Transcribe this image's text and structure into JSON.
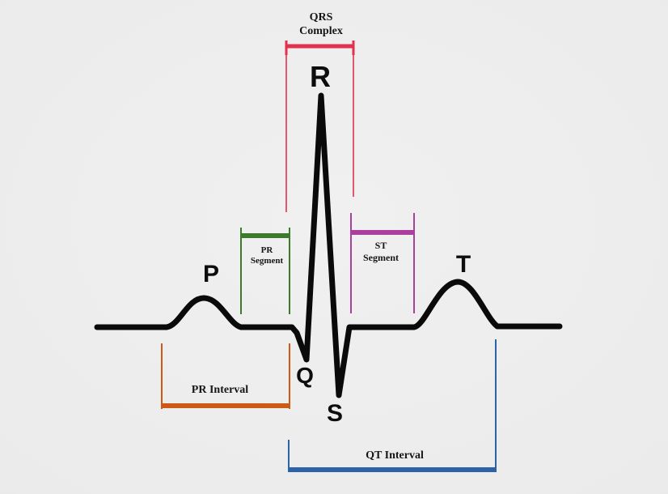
{
  "colors": {
    "background": "#ebebeb",
    "trace": "#0a0a0a",
    "qrs": "#e3304f",
    "pr_segment": "#3d7a2b",
    "st_segment": "#ab3f9e",
    "pr_interval": "#cc5a17",
    "qt_interval": "#2d62a8"
  },
  "labels": {
    "qrs_complex": "QRS\nComplex",
    "pr_segment": "PR\nSegment",
    "st_segment": "ST\nSegment",
    "pr_interval": "PR Interval",
    "qt_interval": "QT Interval",
    "p_wave": "P",
    "q_wave": "Q",
    "r_wave": "R",
    "s_wave": "S",
    "t_wave": "T"
  }
}
